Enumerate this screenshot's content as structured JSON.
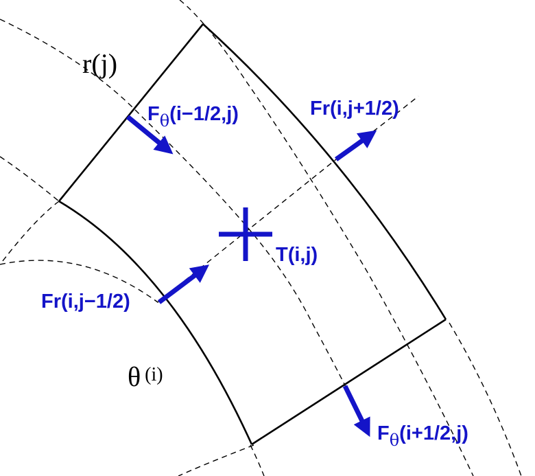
{
  "colors": {
    "flux": "#1414c8",
    "line": "#000000",
    "background": "#ffffff"
  },
  "labels": {
    "radius_coordinate": "r(j)",
    "theta_symbol": "θ",
    "theta_index": "(i)",
    "center_temperature": "T(i,j)",
    "flux_theta_symbol": "F",
    "flux_theta_sub": "θ",
    "flux_theta_left_args": "(i−1/2,j)",
    "flux_theta_right_args": "(i+1/2,j)",
    "flux_r_top": "Fr(i,j+1/2)",
    "flux_r_bottom": "Fr(i,j−1/2)"
  }
}
